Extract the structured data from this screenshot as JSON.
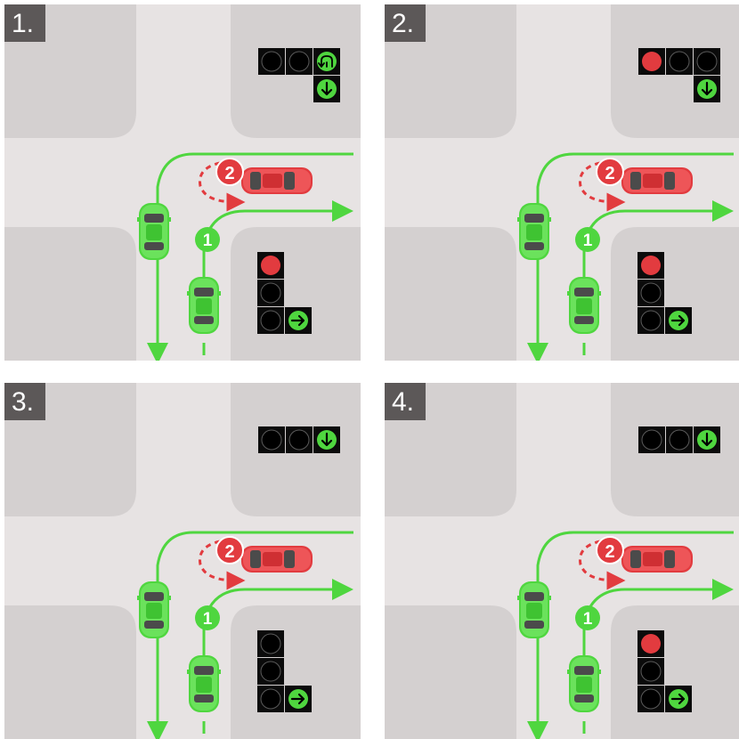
{
  "colors": {
    "road": "#e7e3e3",
    "block": "#d4d0d0",
    "green": "#4fd63f",
    "red": "#e23b3f",
    "badge": "#5c5858",
    "signal_bg": "#0b0b0b"
  },
  "panels": [
    {
      "number": "1.",
      "top_signal": [
        "off",
        "off",
        "green-uturn"
      ],
      "top_has_down_arrow_below": true,
      "right_signal_red": true
    },
    {
      "number": "2.",
      "top_signal": [
        "red",
        "off",
        "off"
      ],
      "top_has_down_arrow_below": true,
      "right_signal_red": true
    },
    {
      "number": "3.",
      "top_signal": [
        "off",
        "off",
        "green-down"
      ],
      "top_has_down_arrow_below": false,
      "right_signal_red": false
    },
    {
      "number": "4.",
      "top_signal": [
        "off",
        "off",
        "green-down"
      ],
      "top_has_down_arrow_below": false,
      "right_signal_red": true
    }
  ],
  "vehicles": {
    "green_car_1_label": "1",
    "red_car_2_label": "2"
  }
}
